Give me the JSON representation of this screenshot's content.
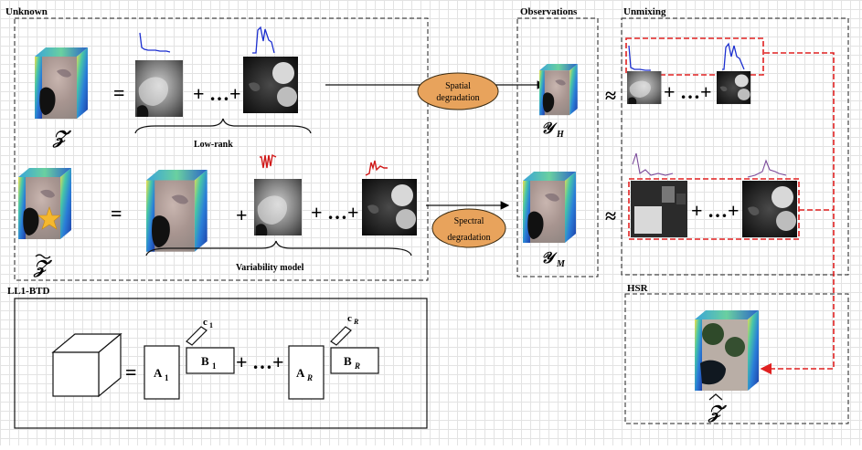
{
  "sections": {
    "unknown": "Unknown",
    "observations": "Observations",
    "unmixing": "Unmixing",
    "ll1btd": "LL1-BTD",
    "hsr": "HSR"
  },
  "labels": {
    "low_rank": "Low-rank",
    "variability_model": "Variability model",
    "spatial_1": "Spatial",
    "spatial_2": "degradation",
    "spectral_1": "Spectral",
    "spectral_2": "degradation"
  },
  "symbols": {
    "z": "𝒵",
    "z_tilde": "𝒵",
    "z_hat": "𝒵",
    "y_h_main": "𝒴",
    "y_h_sub": "H",
    "y_m_main": "𝒴",
    "y_m_sub": "M",
    "equals": "=",
    "approx": "≈",
    "plus_dots_plus": "+ …+",
    "plus": "+"
  },
  "ll1": {
    "a1": "A",
    "a1_sub": "1",
    "b1": "B",
    "b1_sub": "1",
    "c1": "c",
    "c1_sub": "1",
    "ar": "A",
    "ar_sub": "R",
    "br": "B",
    "br_sub": "R",
    "cr": "c",
    "cr_sub": "R"
  },
  "colors": {
    "oval_fill": "#e8a35c",
    "red_dash": "#e02020",
    "blue_spec": "#1c2fd0",
    "red_spec": "#d01818",
    "purple_spec": "#7b4a9a"
  }
}
